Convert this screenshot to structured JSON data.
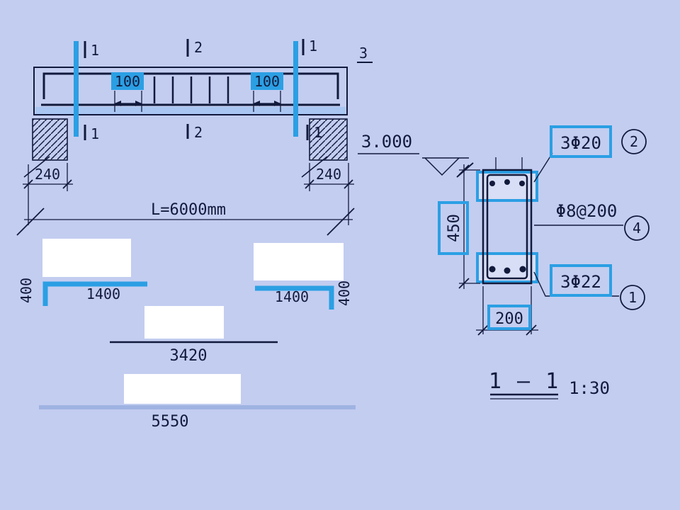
{
  "colors": {
    "background": "#c3cdf0",
    "line": "#121a3c",
    "highlight": "#2b9fe4",
    "light_strip": "#a9c6f2",
    "soft_bar": "#9fb3e2",
    "blank": "#ffffff"
  },
  "elevation": {
    "marks": {
      "top_left": "1",
      "top_mid": "2",
      "top_right": "1",
      "side": "3",
      "bottom_left": "1",
      "bottom_mid": "2",
      "bottom_right": "1"
    },
    "spacing_left": "100",
    "spacing_right": "100",
    "support_left": "240",
    "support_right": "240",
    "total_length": "L=6000mm",
    "level": "3.000"
  },
  "bars": {
    "left_hook": "400",
    "left_length": "1400",
    "right_hook": "400",
    "right_length": "1400",
    "middle_length": "3420",
    "bottom_length": "5550"
  },
  "section": {
    "height": "450",
    "width": "200",
    "top_bars": {
      "label": "3Φ20",
      "bubble": "2"
    },
    "stirrups": {
      "label": "Φ8@200",
      "bubble": "4"
    },
    "bottom_bars": {
      "label": "3Φ22",
      "bubble": "1"
    },
    "title": "1 — 1",
    "scale": "1:30"
  }
}
